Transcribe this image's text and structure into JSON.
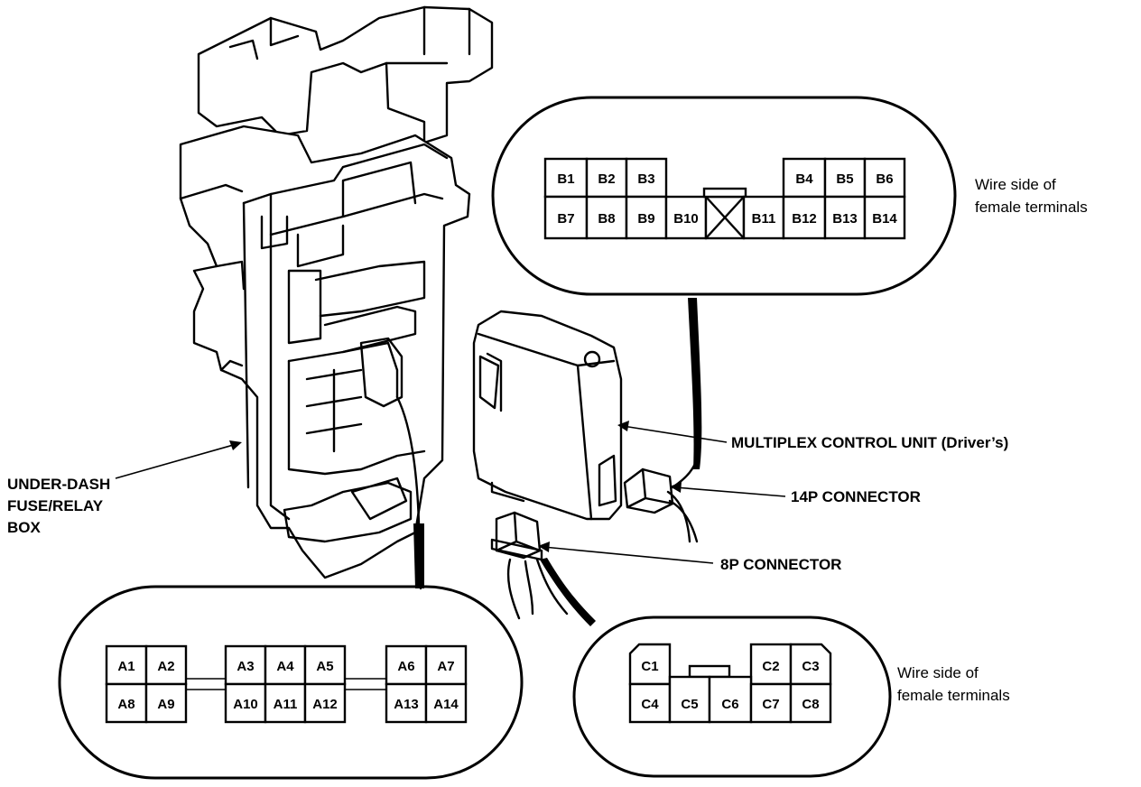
{
  "labels": {
    "fuse_box": [
      "UNDER-DASH",
      "FUSE/RELAY",
      "BOX"
    ],
    "mcu": "MULTIPLEX CONTROL UNIT (Driver’s)",
    "conn14": "14P CONNECTOR",
    "conn8": "8P CONNECTOR",
    "wire_side_top": [
      "Wire side of",
      "female terminals"
    ],
    "wire_side_bottom": [
      "Wire side of",
      "female terminals"
    ]
  },
  "connector_b": {
    "left_top": [
      "B1",
      "B2",
      "B3"
    ],
    "left_bottom": [
      "B7",
      "B8",
      "B9"
    ],
    "b10": "B10",
    "b11": "B11",
    "right_top": [
      "B4",
      "B5",
      "B6"
    ],
    "right_bottom": [
      "B12",
      "B13",
      "B14"
    ]
  },
  "connector_a": {
    "g1_top": [
      "A1",
      "A2"
    ],
    "g1_bottom": [
      "A8",
      "A9"
    ],
    "g2_top": [
      "A3",
      "A4",
      "A5"
    ],
    "g2_bottom": [
      "A10",
      "A11",
      "A12"
    ],
    "g3_top": [
      "A6",
      "A7"
    ],
    "g3_bottom": [
      "A13",
      "A14"
    ]
  },
  "connector_c": {
    "c1": "C1",
    "c2": "C2",
    "c3": "C3",
    "bottom": [
      "C4",
      "C5",
      "C6",
      "C7",
      "C8"
    ]
  }
}
